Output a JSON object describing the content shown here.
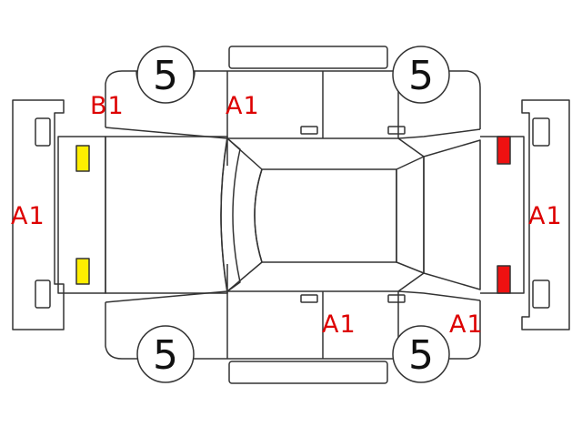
{
  "colors": {
    "outline": "#333333",
    "background": "#ffffff",
    "damage_code": "#dd0000",
    "front_lamp": "#ffee00",
    "rear_lamp": "#ee1111"
  },
  "tires": {
    "front_left": "5",
    "front_right": "5",
    "rear_left": "5",
    "rear_right": "5"
  },
  "codes": {
    "front_bumper": "A1",
    "front_fender_left": "B1",
    "front_door_left": "A1",
    "rear_bumper": "A1",
    "rear_door_right": "A1",
    "rear_fender_right": "A1"
  }
}
